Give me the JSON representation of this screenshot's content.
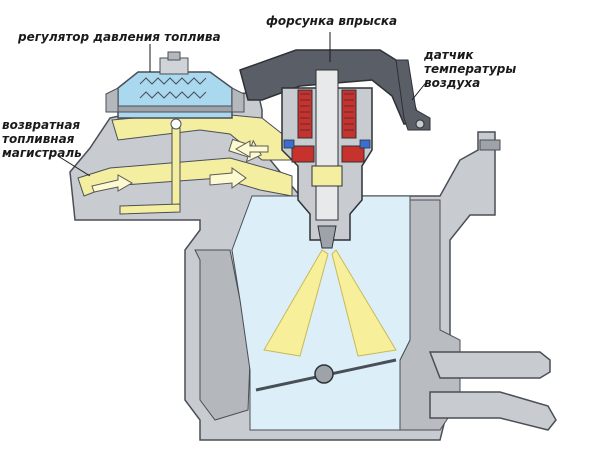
{
  "labels": {
    "pressure_regulator": "регулятор давления топлива",
    "injector": "форсунка впрыска",
    "air_temp_sensor": [
      "датчик",
      "температуры",
      "воздуха"
    ],
    "return_line": [
      "возвратная",
      "топливная",
      "магистраль"
    ]
  },
  "colors": {
    "body_fill": "#c8cbcf",
    "body_stroke": "#4a4f57",
    "bore_fill": "#dceff8",
    "fuel_fill": "#f4eea0",
    "regulator_fill": "#a9d8ef",
    "injector_dark": "#5a5e66",
    "coil_red": "#c8322d",
    "spray_fill": "#f7ef9a",
    "arrow_outline": "#5b5b5b"
  },
  "icons": [
    "flow-arrow-icon",
    "throttle-valve-icon",
    "air-temperature-sensor-icon"
  ]
}
